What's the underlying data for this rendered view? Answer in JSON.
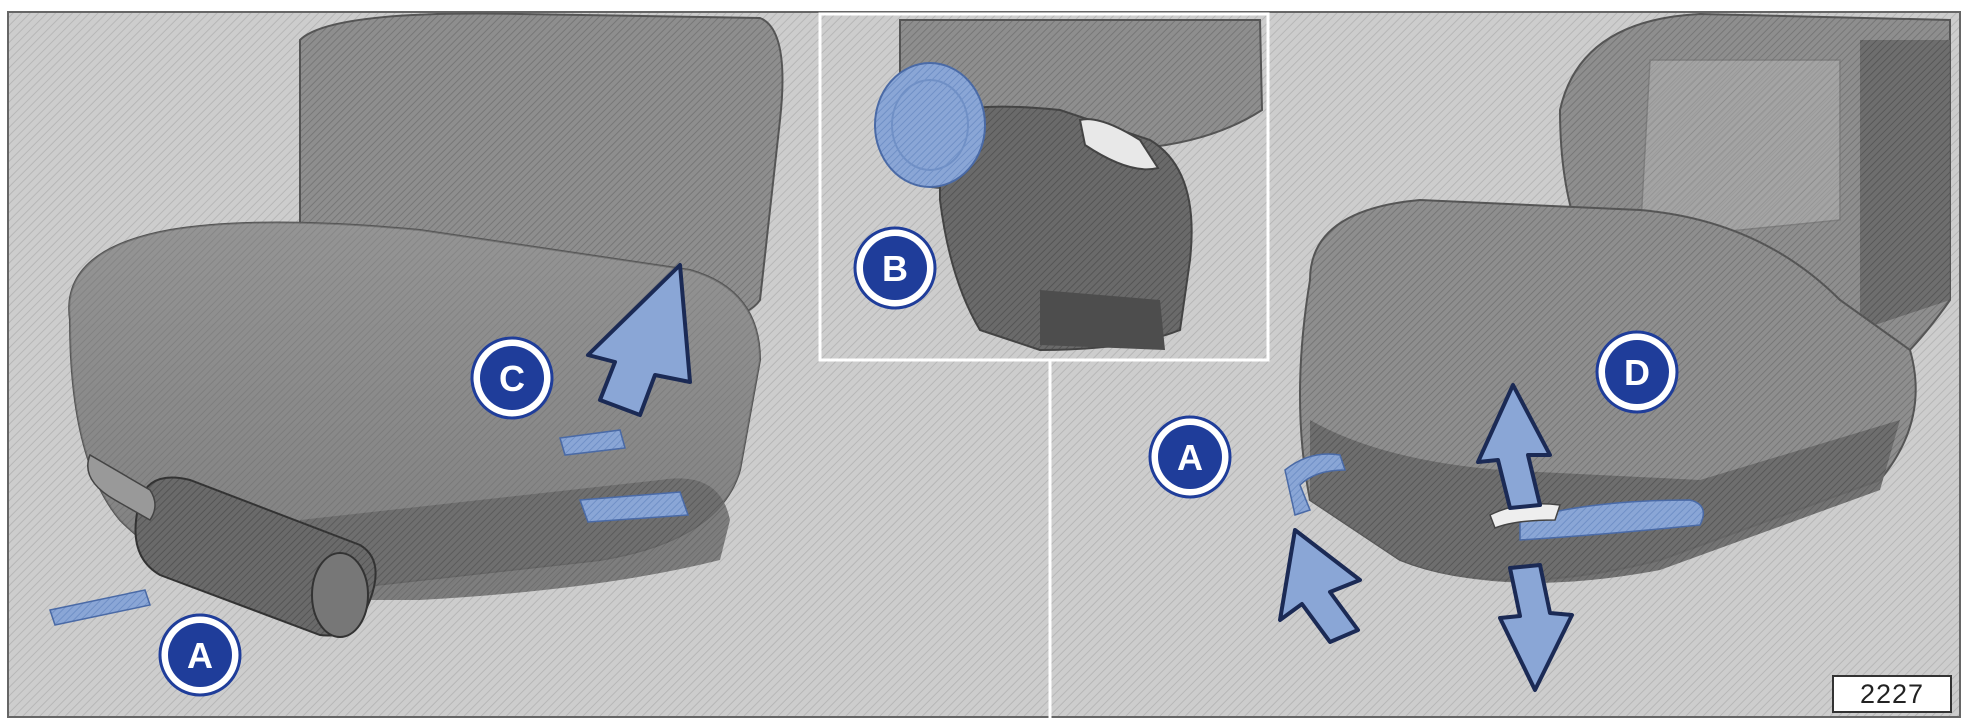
{
  "figure": {
    "figure_number": "2227",
    "callouts": {
      "a_left": "A",
      "c": "C",
      "b": "B",
      "a_right": "A",
      "d": "D"
    }
  },
  "colors": {
    "background_gray": "#c9c9c9",
    "seat_gray": "#8a8a8a",
    "seat_dark": "#5a5a5a",
    "control_blue": "#8aa6d6",
    "callout_fill": "#1f3d9a",
    "callout_ring": "#ffffff"
  }
}
